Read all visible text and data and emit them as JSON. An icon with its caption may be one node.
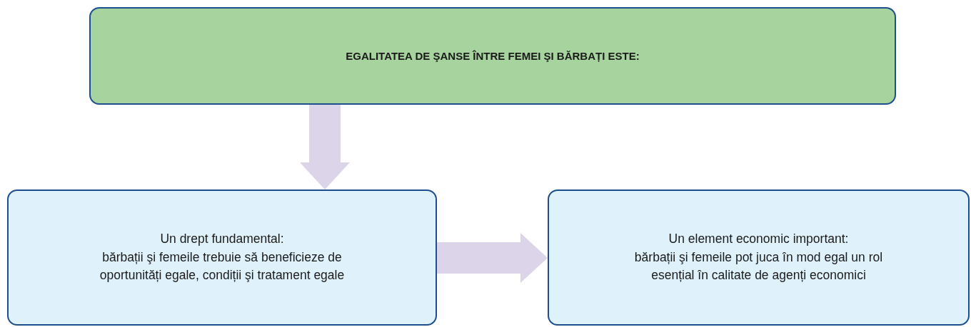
{
  "diagram": {
    "nodes": [
      {
        "text": [
          "EGALITATEA DE ŞANSE ÎNTRE FEMEI ŞI BĂRBAȚI ESTE:"
        ]
      },
      {
        "text": [
          "Un drept fundamental:",
          "bărbații şi femeile trebuie să beneficieze de oportunități egale, condiții şi tratament egale"
        ]
      },
      {
        "text": [
          "Un element economic important:",
          "bărbații şi femeile pot juca în mod egal un rol esențial în calitate de agenți economici"
        ]
      }
    ],
    "edges": [
      {
        "from": 0,
        "to": 1,
        "arrow": "to"
      },
      {
        "from": 1,
        "to": 2,
        "arrow": "to"
      }
    ]
  }
}
